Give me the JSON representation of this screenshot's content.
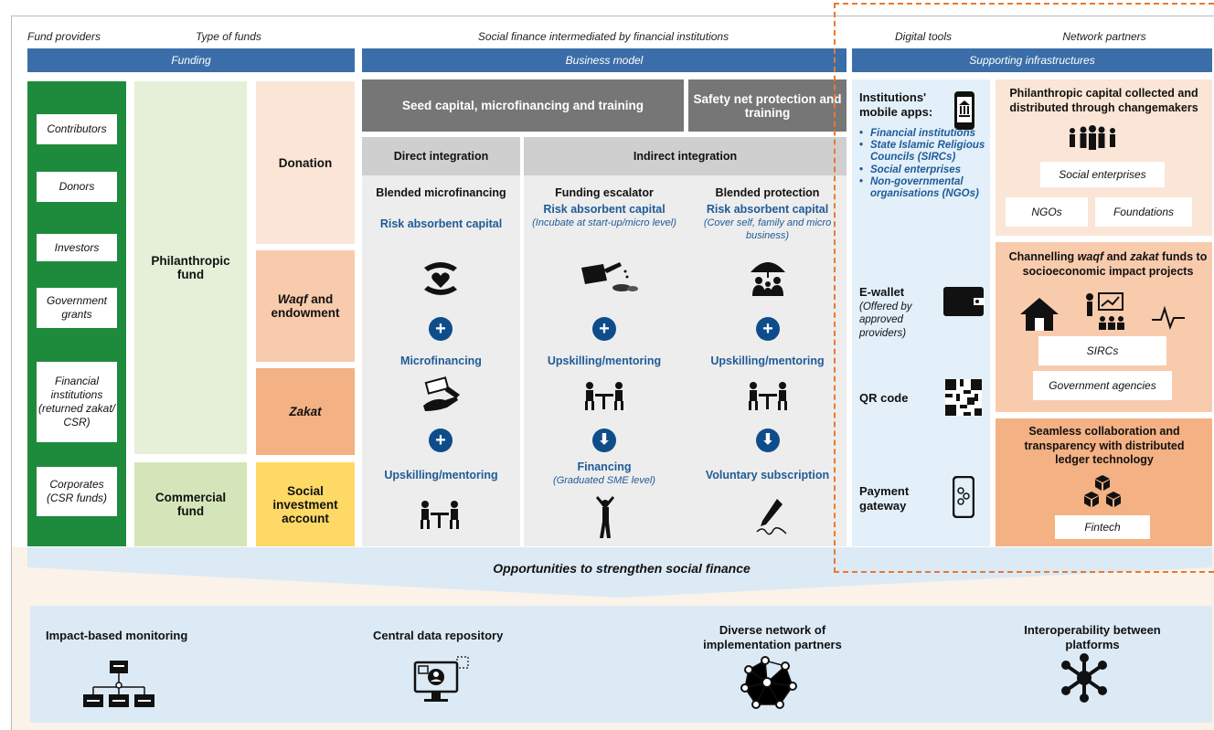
{
  "headers": {
    "fund_providers": "Fund providers",
    "type_of_funds": "Type of funds",
    "social_finance": "Social finance intermediated by financial institutions",
    "digital_tools": "Digital tools",
    "network_partners": "Network partners"
  },
  "bars": {
    "funding": "Funding",
    "business_model": "Business model",
    "supporting": "Supporting infrastructures"
  },
  "providers": [
    "Contributors",
    "Donors",
    "Investors",
    "Government grants",
    "Financial institutions (returned zakat/ CSR)",
    "Corporates (CSR funds)"
  ],
  "fund_types": {
    "philanthropic": "Philanthropic fund",
    "commercial": "Commercial fund",
    "donation": "Donation",
    "waqf_italic": "Waqf",
    "waqf_rest": " and endowment",
    "zakat": "Zakat",
    "social_investment": "Social investment account"
  },
  "business": {
    "seed": "Seed capital, microfinancing and training",
    "safety": "Safety net protection and training",
    "direct": "Direct integration",
    "indirect": "Indirect integration",
    "col1": {
      "title": "Blended microfinancing",
      "a": "Risk absorbent capital",
      "b": "Microfinancing",
      "c": "Upskilling/mentoring"
    },
    "col2": {
      "title": "Funding escalator",
      "a": "Risk absorbent capital",
      "a_sub": "(Incubate at start-up/micro level)",
      "b": "Upskilling/mentoring",
      "c": "Financing",
      "c_sub": "(Graduated SME level)"
    },
    "col3": {
      "title": "Blended protection",
      "a": "Risk absorbent capital",
      "a_sub": "(Cover self, family and micro business)",
      "b": "Upskilling/mentoring",
      "c": "Voluntary subscription"
    }
  },
  "digital": {
    "apps_title": "Institutions' mobile apps:",
    "apps_items": [
      "Financial institutions",
      "State Islamic Religious Councils (SIRCs)",
      "Social enterprises",
      "Non-governmental organisations (NGOs)"
    ],
    "ewallet": "E-wallet",
    "ewallet_sub": "(Offered by approved providers)",
    "qr": "QR code",
    "payment": "Payment gateway"
  },
  "network": {
    "p1_title": "Philanthropic capital collected and distributed through changemakers",
    "social_enterprises": "Social enterprises",
    "ngos": "NGOs",
    "foundations": "Foundations",
    "p2_pre": "Channelling ",
    "p2_waqf": "waqf",
    "p2_and": " and ",
    "p2_zakat": "zakat",
    "p2_post": " funds to socioeconomic impact projects",
    "sircs": "SIRCs",
    "gov": "Government agencies",
    "p3_title": "Seamless collaboration and transparency with distributed ledger technology",
    "fintech": "Fintech"
  },
  "opportunities": {
    "title": "Opportunities to strengthen social finance",
    "items": [
      "Impact-based monitoring",
      "Central data repository",
      "Diverse network of implementation partners",
      "Interoperability between platforms"
    ]
  },
  "colors": {
    "green": "#1e8a3c",
    "light_green": "#e6f0d8",
    "commercial_green": "#d4e6b9",
    "peach": "#fbe5d6",
    "salmon": "#f8cbad",
    "orange": "#f4b183",
    "yellow": "#ffd966",
    "blue_bar": "#3b6ea8",
    "dashed": "#e87a2b"
  }
}
